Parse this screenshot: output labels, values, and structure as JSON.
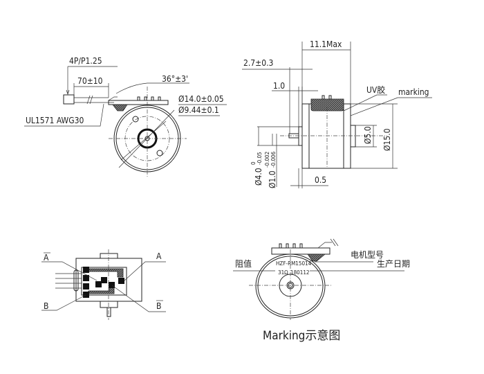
{
  "front_view": {
    "connector_label": "4P/P1.25",
    "wire_length": "70±10",
    "wire_spec": "UL1571 AWG30",
    "angle": "36°±3'",
    "outer_diameter": "Ø14.0±0.05",
    "pitch_diameter": "Ø9.44±0.1"
  },
  "side_view": {
    "overall_length": "11.1Max",
    "shaft_length": "2.7±0.3",
    "hub_length": "1.0",
    "uv_glue": "UV胶",
    "marking": "marking",
    "body_diameter": "Ø15.0",
    "boss_diameter": "Ø5.0",
    "hub_diameter": "Ø4.0",
    "hub_tolerance_upper": "0",
    "hub_tolerance_lower": "-0.05",
    "shaft_diameter": "Ø1.0",
    "shaft_tolerance_upper": "-0.002",
    "shaft_tolerance_lower": "-0.006",
    "flange_offset": "0.5"
  },
  "wiring_view": {
    "label_a_bar": "A",
    "label_a": "A",
    "label_b": "B",
    "label_b_bar": "B"
  },
  "marking_view": {
    "model_text": "HZF-RM15014",
    "resistance_text": "31Ω",
    "date_text": "180112",
    "resistance_label": "阻值",
    "model_label": "电机型号",
    "date_label": "生产日期",
    "caption": "Marking示意图"
  }
}
